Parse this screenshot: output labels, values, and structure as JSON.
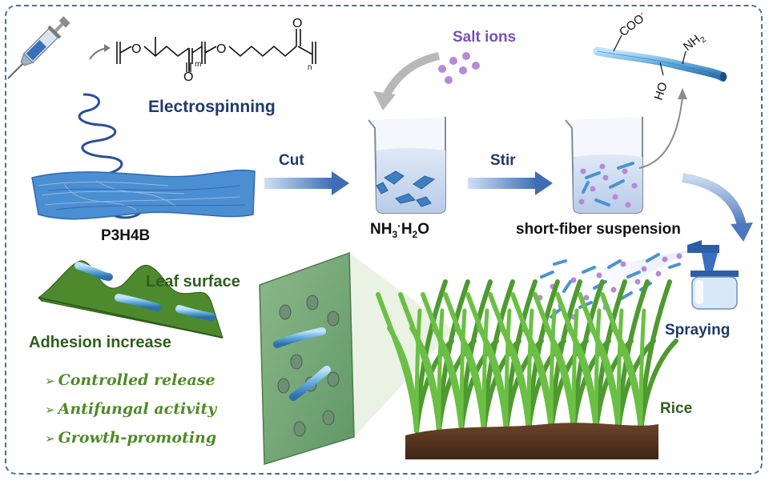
{
  "labels": {
    "electrospinning": "Electrospinning",
    "p3h4b": "P3H4B",
    "cut": "Cut",
    "nh3": "NH",
    "nh3_sub": "3",
    "dot": "·",
    "h2o_h": "H",
    "h2o_sub": "2",
    "h2o_o": "O",
    "stir": "Stir",
    "salt_ions": "Salt ions",
    "suspension": "short-fiber suspension",
    "spraying": "Spraying",
    "rice": "Rice",
    "leaf_surface": "Leaf surface",
    "adhesion": "Adhesion increase"
  },
  "formula": {
    "o": "O",
    "m": "m",
    "n": "n"
  },
  "fiber_groups": {
    "coo": "COO",
    "coo_sup": "-",
    "nh2": "NH",
    "nh2_sub": "2",
    "ho": "HO"
  },
  "benefits": [
    "Controlled release",
    "Antifungal activity",
    "Growth-promoting"
  ],
  "bullet_mark": "➢",
  "colors": {
    "frame": "#4a6fa5",
    "fiber": "#5fa9dc",
    "mat": "#3d7fc4",
    "grass": "#5aa83a",
    "soil": "#4a2e1a",
    "arrow": "#4b73b8",
    "ion": "#b58ad6",
    "leaf": "#4d8a2e"
  }
}
